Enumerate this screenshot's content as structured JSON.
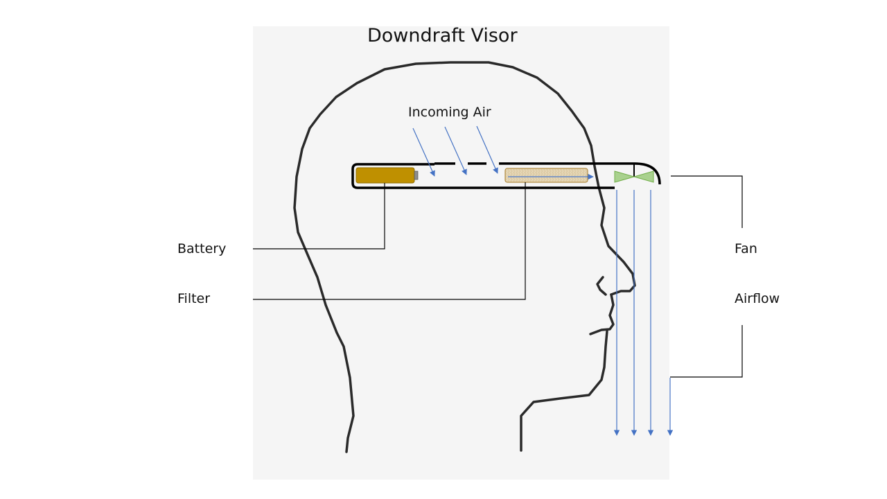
{
  "title": "Downdraft Visor",
  "annotations": {
    "incoming_air": "Incoming Air"
  },
  "labels": {
    "battery": "Battery",
    "filter": "Filter",
    "fan": "Fan",
    "airflow": "Airflow"
  },
  "icons": {
    "head": "head-profile-outline",
    "battery": "battery-icon",
    "filter": "filter-icon",
    "fan": "fan-icon"
  },
  "colors": {
    "arrow": "#4472c4",
    "battery": "#bf9000",
    "battery_border": "#8f6b00",
    "filter_fill": "#e8d9b8",
    "filter_border": "#b08a40",
    "fan": "#a9d18e",
    "fan_border": "#70ad47",
    "outline": "#000000",
    "head_line": "#2a2a2a",
    "photo_bg": "#f5f5f5"
  }
}
